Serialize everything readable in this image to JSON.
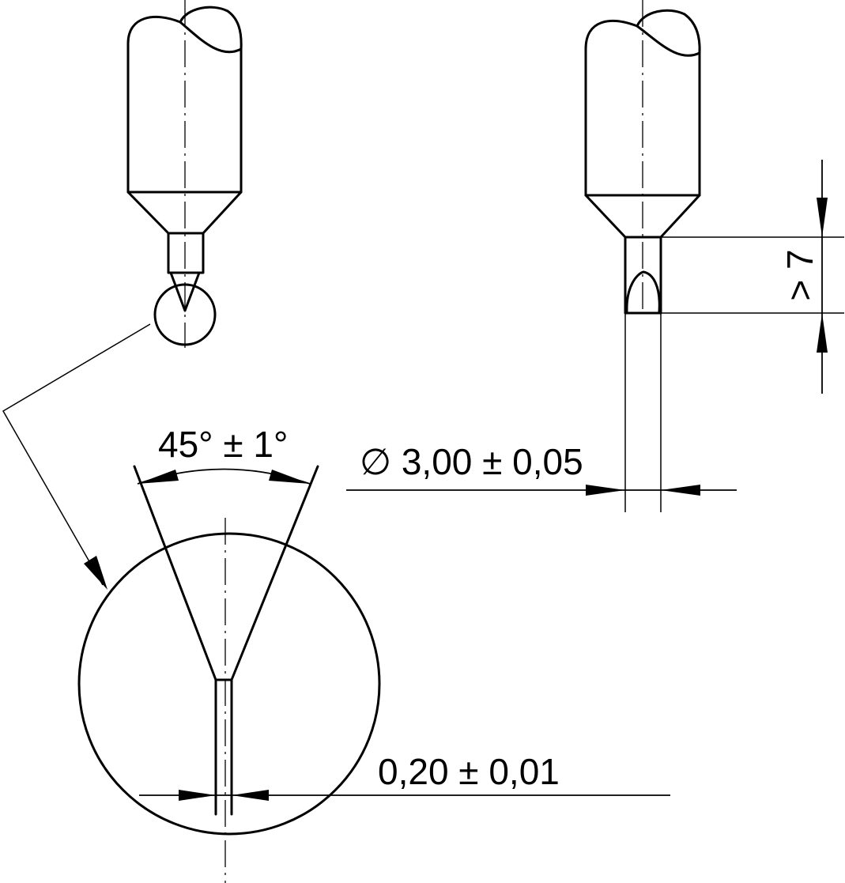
{
  "dimensions": {
    "angle": "45° ± 1°",
    "diameter": "∅ 3,00 ± 0,05",
    "depth": "> 7",
    "width": "0,20 ± 0,01"
  },
  "colors": {
    "line": "#000000",
    "background": "#ffffff"
  }
}
